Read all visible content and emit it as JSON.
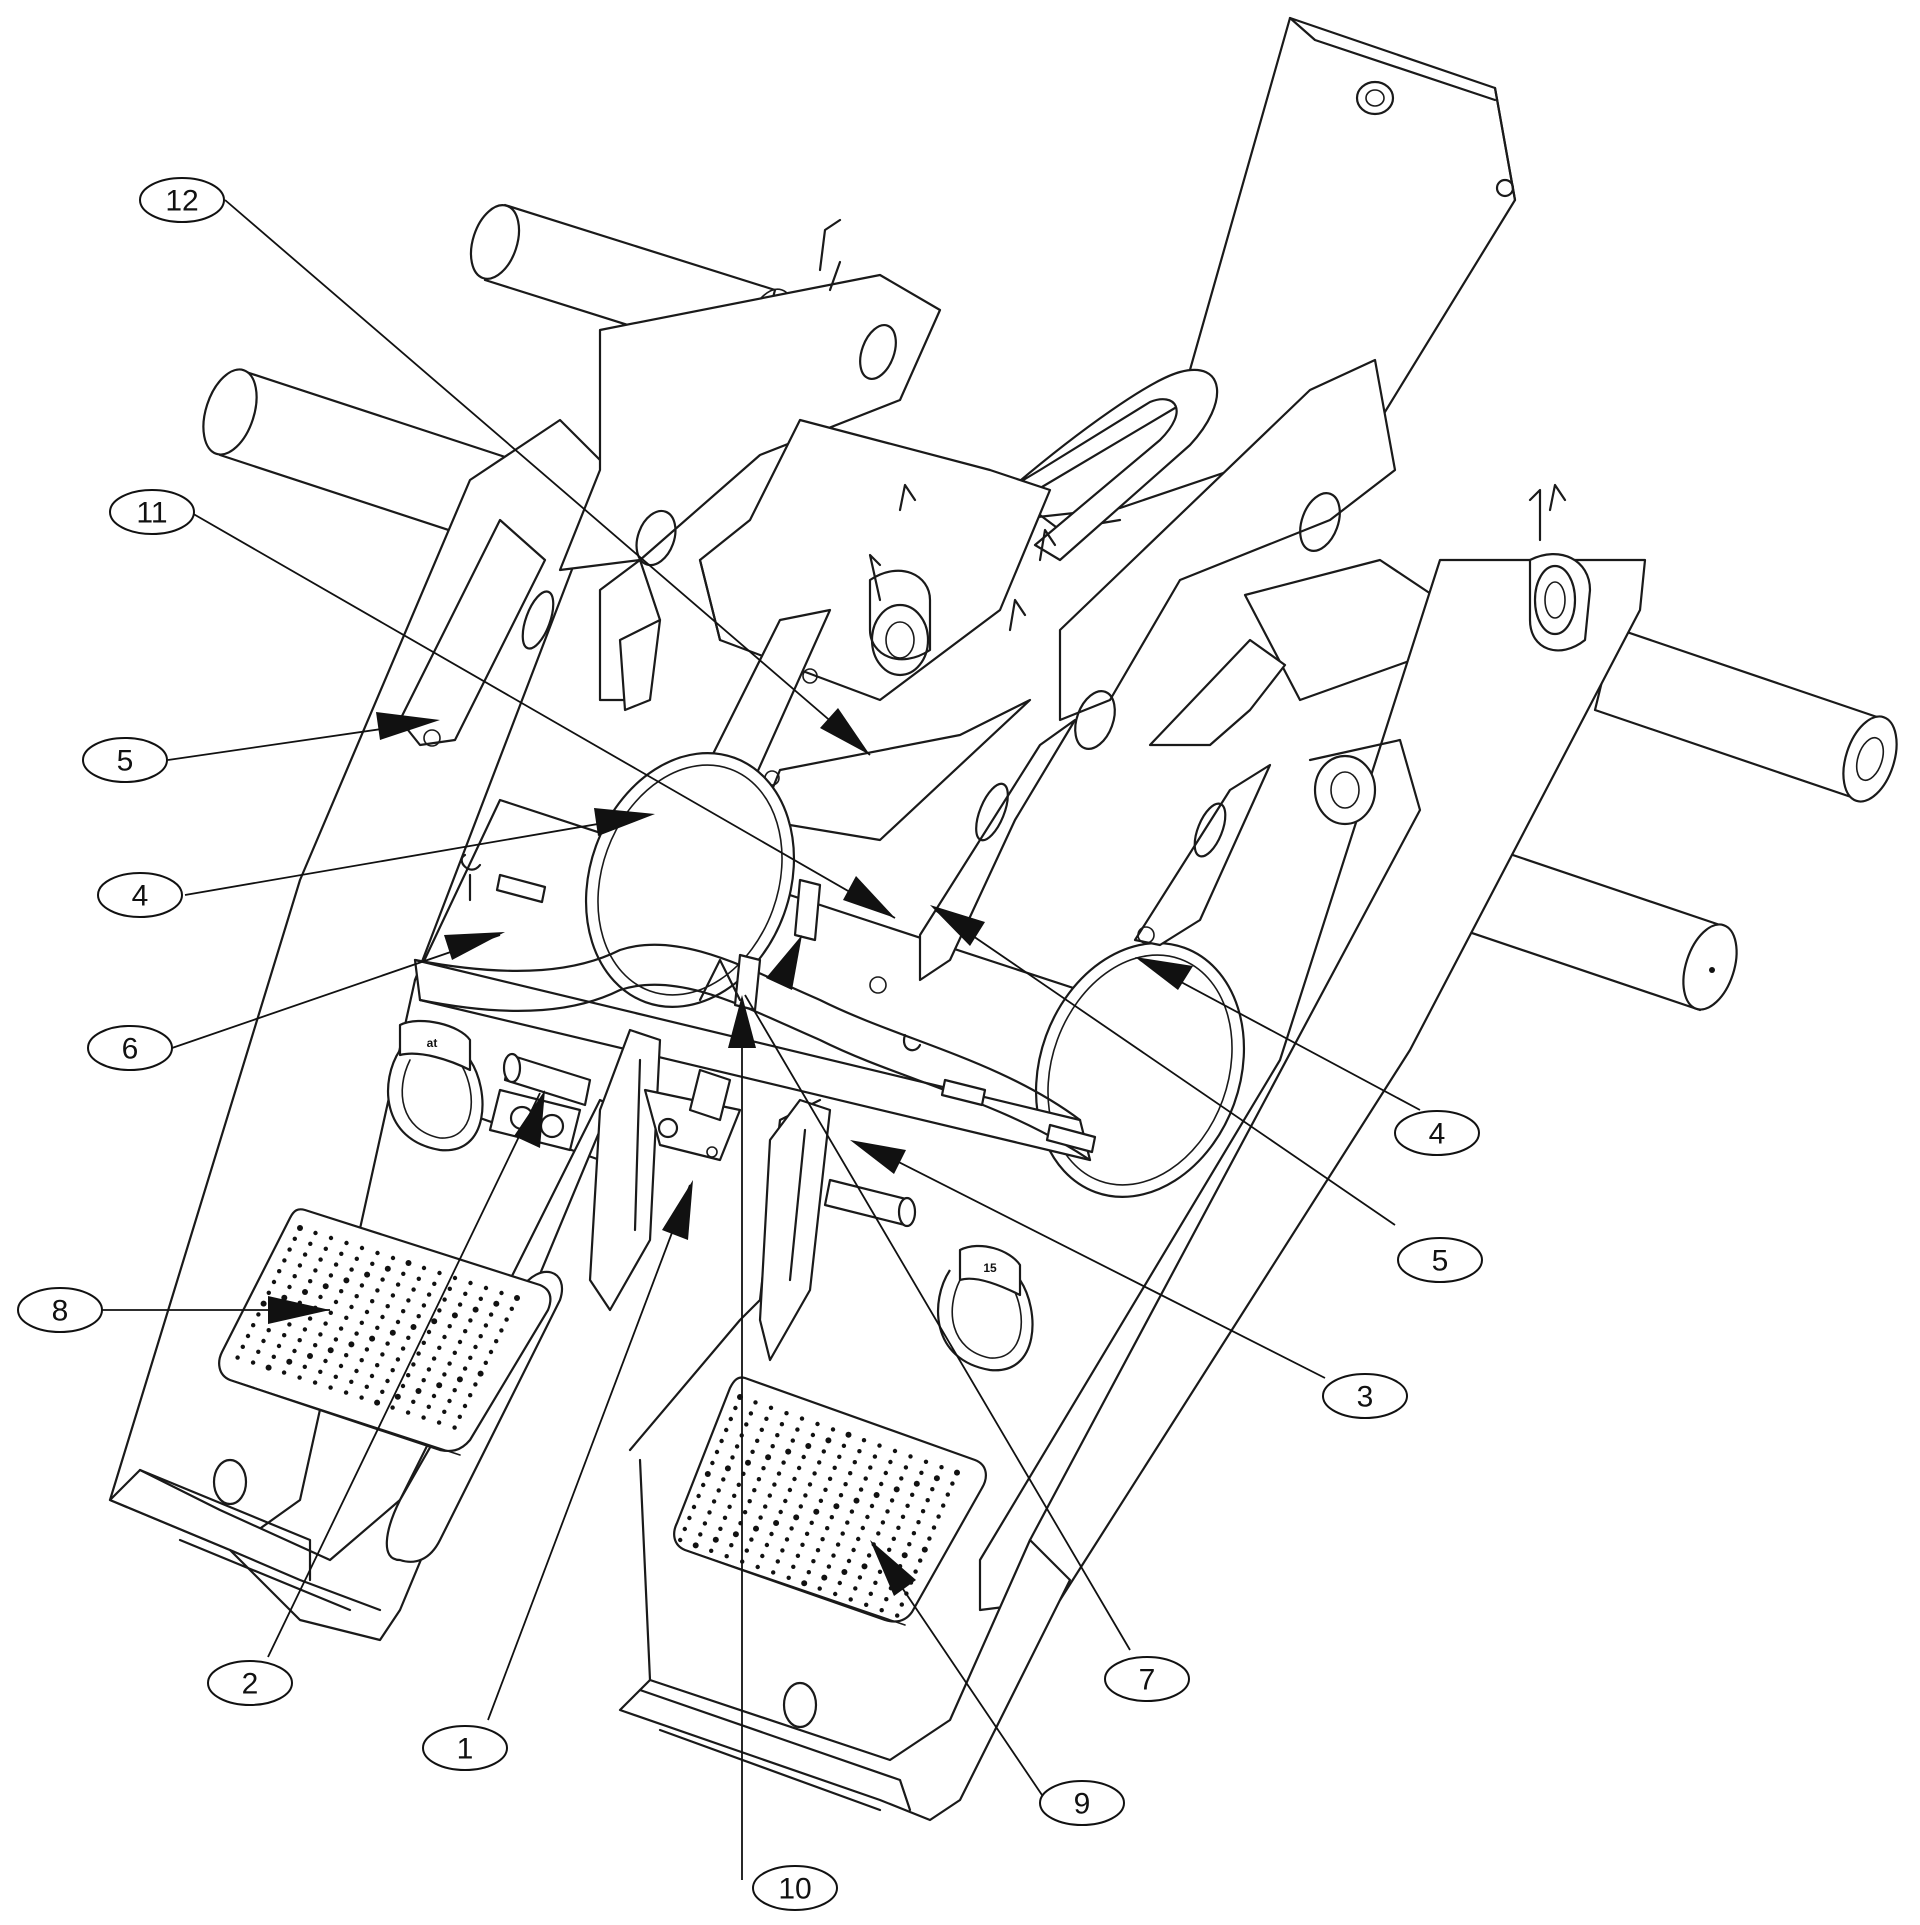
{
  "callouts": [
    {
      "id": "c12",
      "label": "12"
    },
    {
      "id": "c11",
      "label": "11"
    },
    {
      "id": "c5a",
      "label": "5"
    },
    {
      "id": "c4a",
      "label": "4"
    },
    {
      "id": "c6",
      "label": "6"
    },
    {
      "id": "c8",
      "label": "8"
    },
    {
      "id": "c2",
      "label": "2"
    },
    {
      "id": "c1",
      "label": "1"
    },
    {
      "id": "c10",
      "label": "10"
    },
    {
      "id": "c9",
      "label": "9"
    },
    {
      "id": "c7",
      "label": "7"
    },
    {
      "id": "c3",
      "label": "3"
    },
    {
      "id": "c5b",
      "label": "5"
    },
    {
      "id": "c4b",
      "label": "4"
    }
  ],
  "part_tags": {
    "lashing_left": "at",
    "lashing_right": "15"
  },
  "colors": {
    "line": "#1a1a1a",
    "background": "#ffffff"
  }
}
